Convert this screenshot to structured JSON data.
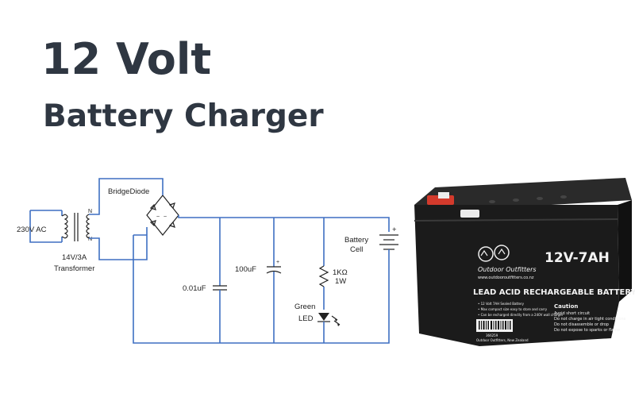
{
  "title": {
    "line1": "12 Volt",
    "line2": "Battery Charger"
  },
  "schematic": {
    "source_label": "230V AC",
    "bridge_label": "BridgeDiode",
    "transformer_rating": "14V/3A",
    "transformer_label": "Transformer",
    "cap1_label": "0.01uF",
    "cap2_label": "100uF",
    "resistor_value": "1KΩ",
    "resistor_power": "1W",
    "led_color": "Green",
    "led_label": "LED",
    "battery_label1": "Battery",
    "battery_label2": "Cell",
    "plus_sign": "+"
  },
  "battery": {
    "rating": "12V-7AH",
    "brand": "Outdoor Outfitters",
    "brand_url": "www.outdooroutfitters.co.nz",
    "type": "LEAD ACID RECHARGEABLE BATTERY",
    "features": [
      "• 12 Volt 7AH Sealed Battery",
      "• Max compact size easy to store and carry",
      "• Can be recharged directly from a 240V wall charger"
    ],
    "caution_title": "Caution",
    "caution_items": [
      "Avoid short circuit",
      "Do not charge in air tight conditions",
      "Do not disassemble or drop",
      "Do not expose to sparks or flame"
    ],
    "barcode_number": "366259",
    "footer": "Outdoor Outfitters, New Zealand",
    "colors": {
      "body": "#1b1b1b",
      "terminal_red": "#d33a2c",
      "terminal_white": "#ececec"
    }
  }
}
